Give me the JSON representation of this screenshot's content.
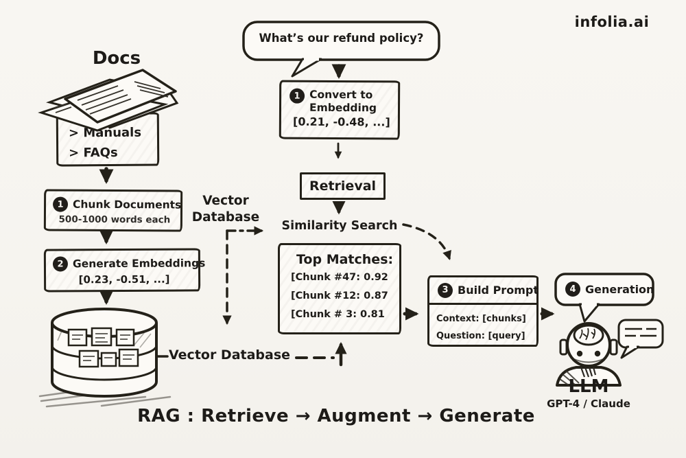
{
  "brand": "infolia.ai",
  "colors": {
    "ink": "#1d1b18",
    "paper": "#f6f4ef",
    "box_fill": "#fcfaf6"
  },
  "icons": {
    "docs_stack": "papers-stack-icon",
    "vector_db": "database-cylinder-icon",
    "llm": "robot-icon",
    "chat": "speech-bubble-icon"
  },
  "ingest": {
    "docs_label": "Docs",
    "source_items": [
      {
        "text": "> Manuals"
      },
      {
        "text": "> FAQs"
      }
    ],
    "chunk_step": {
      "num": "1",
      "title": "Chunk Documents",
      "subtitle": "500-1000 words each"
    },
    "embed_step": {
      "num": "2",
      "title": "Generate Embeddings",
      "subtitle": "[0.23, -0.51, ...]"
    },
    "db_callout": "Vector Database"
  },
  "query": {
    "question": "What’s our refund policy?",
    "convert_step": {
      "num": "1",
      "title": "Convert to Embedding",
      "subtitle": "[0.21, -0.48, ...]"
    },
    "retrieval": "Retrieval",
    "similarity": "Similarity Search",
    "vector_db_note_line1": "Vector",
    "vector_db_note_line2": "Database",
    "top_matches": {
      "title": "Top Matches:",
      "rows": [
        {
          "text": "[Chunk #47: 0.92"
        },
        {
          "text": "[Chunk #12: 0.87"
        },
        {
          "text": "[Chunk # 3: 0.81"
        }
      ]
    }
  },
  "augment": {
    "build_step": {
      "num": "3",
      "title": "Build Prompt"
    },
    "lines": [
      {
        "text": "Context: [chunks]"
      },
      {
        "text": "Question: [query]"
      }
    ]
  },
  "generate": {
    "gen_step": {
      "num": "4",
      "title": "Generation"
    },
    "llm": "LLM",
    "models": "GPT-4 / Claude"
  },
  "footer": "RAG :  Retrieve → Augment → Generate"
}
